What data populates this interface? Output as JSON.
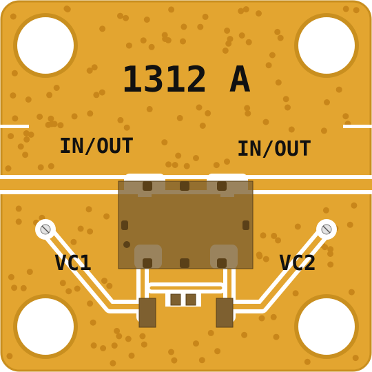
{
  "board": {
    "part_number": "1312 A",
    "labels": {
      "rf_left": "IN/OUT",
      "rf_right": "IN/OUT",
      "vc1": "VC1",
      "vc2": "VC2"
    }
  },
  "colors": {
    "copper": "#e3a530",
    "board_edge": "#c98f1f",
    "trace": "#ffffff",
    "via": "#c8861a",
    "chip_body": "#7e6030",
    "pad_dark": "#5a4018",
    "text": "#111111"
  },
  "icons": {
    "mounting_holes": [
      "mounting-hole-icon",
      "mounting-hole-icon",
      "mounting-hole-icon",
      "mounting-hole-icon"
    ],
    "vc_pads": [
      "screw-pad-icon",
      "screw-pad-icon"
    ]
  }
}
